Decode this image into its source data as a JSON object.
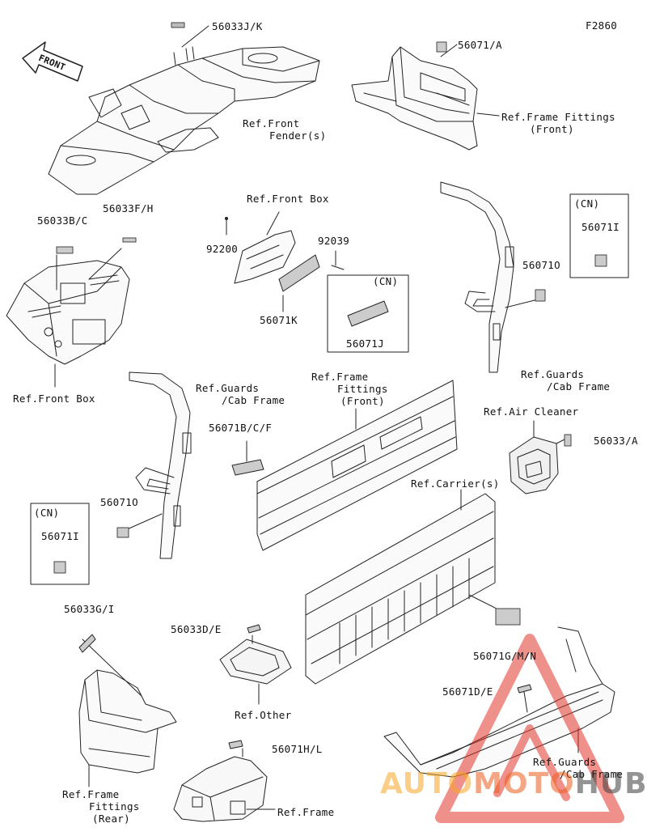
{
  "figure_code": "F2860",
  "front_badge": "FRONT",
  "watermark": {
    "part1": "AUTO",
    "part2": "MOTO",
    "part3": "HUB"
  },
  "colors": {
    "line": "#222222",
    "watermark_red": "#e2362b",
    "watermark_orange": "#f5a623",
    "watermark_dark": "#3c3c3c"
  },
  "labels": {
    "p56033JK": "56033J/K",
    "p56071A": "56071/A",
    "ref_front_fenders_1": "Ref.Front",
    "ref_front_fenders_2": "Fender(s)",
    "ref_frame_fittings_front_top_1": "Ref.Frame Fittings",
    "ref_frame_fittings_front_top_2": "(Front)",
    "p56033BC": "56033B/C",
    "p56033FH": "56033F/H",
    "ref_front_box_mid": "Ref.Front Box",
    "p92200": "92200",
    "p92039": "92039",
    "cn_mid": "(CN)",
    "p56071K": "56071K",
    "p56071J": "56071J",
    "cn_right_top": "(CN)",
    "p56071I_right": "56071I",
    "p56071O_right": "56071O",
    "ref_guards_cab_right_1": "Ref.Guards",
    "ref_guards_cab_right_2": "/Cab Frame",
    "ref_front_box_left": "Ref.Front Box",
    "ref_guards_cab_left_1": "Ref.Guards",
    "ref_guards_cab_left_2": "/Cab Frame",
    "ref_frame_fittings_front_mid_1": "Ref.Frame",
    "ref_frame_fittings_front_mid_2": "Fittings",
    "ref_frame_fittings_front_mid_3": "(Front)",
    "ref_air_cleaner": "Ref.Air Cleaner",
    "p56033A": "56033/A",
    "p56071BCF": "56071B/C/F",
    "ref_carriers": "Ref.Carrier(s)",
    "p56071O_left": "56071O",
    "cn_left": "(CN)",
    "p56071I_left": "56071I",
    "p56033GI": "56033G/I",
    "p56033DE": "56033D/E",
    "p56071GMN": "56071G/M/N",
    "p56071DE": "56071D/E",
    "ref_other": "Ref.Other",
    "p56071HL": "56071H/L",
    "ref_guards_cab_bottom_1": "Ref.Guards",
    "ref_guards_cab_bottom_2": "/Cab Frame",
    "ref_frame_fittings_rear_1": "Ref.Frame",
    "ref_frame_fittings_rear_2": "Fittings",
    "ref_frame_fittings_rear_3": "(Rear)",
    "ref_frame_bottom": "Ref.Frame"
  }
}
